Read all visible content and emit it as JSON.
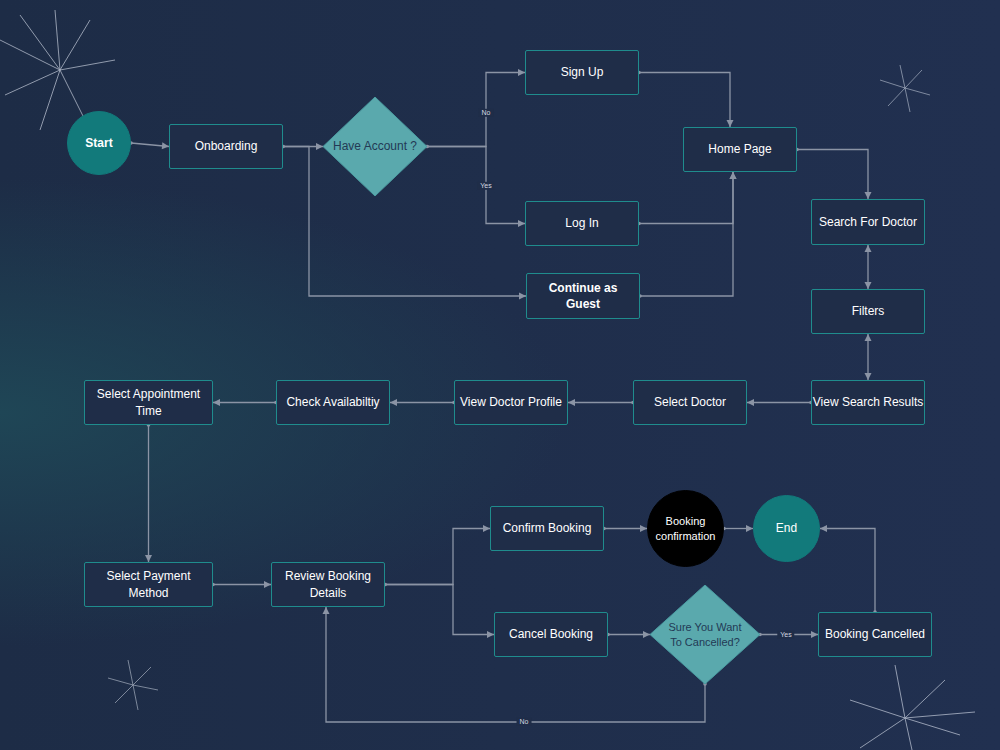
{
  "diagram": {
    "nodes": [
      {
        "text": [
          "Start"
        ]
      },
      {
        "text": [
          "Onboarding"
        ]
      },
      {
        "text": [
          "Have Account ?"
        ]
      },
      {
        "text": [
          "Sign Up"
        ]
      },
      {
        "text": [
          "Home Page"
        ]
      },
      {
        "text": [
          "Log In"
        ]
      },
      {
        "text": [
          "Continue as Guest"
        ]
      },
      {
        "text": [
          "Search For Doctor"
        ]
      },
      {
        "text": [
          "Filters"
        ]
      },
      {
        "text": [
          "View Search Results"
        ]
      },
      {
        "text": [
          "Select Doctor"
        ]
      },
      {
        "text": [
          "View Doctor Profile"
        ]
      },
      {
        "text": [
          "Check Availabiltiy"
        ]
      },
      {
        "text": [
          "Select Appointment Time"
        ]
      },
      {
        "text": [
          "Select Payment Method"
        ]
      },
      {
        "text": [
          "Review Booking Details"
        ]
      },
      {
        "text": [
          "Confirm Booking"
        ]
      },
      {
        "text": [
          "Booking confirmation"
        ]
      },
      {
        "text": [
          "End"
        ]
      },
      {
        "text": [
          "Cancel Booking"
        ]
      },
      {
        "text": [
          "Sure You Want To Cancelled?"
        ]
      },
      {
        "text": [
          "Booking Cancelled"
        ]
      }
    ],
    "edges": [
      {
        "from": 0,
        "to": 1,
        "arrow": "to"
      },
      {
        "from": 1,
        "to": 2,
        "arrow": "to"
      },
      {
        "from": 1,
        "to": 6,
        "arrow": "to"
      },
      {
        "from": 2,
        "to": 3,
        "label": "No",
        "arrow": "to"
      },
      {
        "from": 2,
        "to": 5,
        "label": "Yes",
        "arrow": "to"
      },
      {
        "from": 3,
        "to": 4,
        "arrow": "to"
      },
      {
        "from": 5,
        "to": 4,
        "arrow": "to"
      },
      {
        "from": 6,
        "to": 4,
        "arrow": "to"
      },
      {
        "from": 4,
        "to": 7,
        "arrow": "to"
      },
      {
        "from": 7,
        "to": 8,
        "arrow": "both"
      },
      {
        "from": 8,
        "to": 9,
        "arrow": "both"
      },
      {
        "from": 9,
        "to": 10,
        "arrow": "to"
      },
      {
        "from": 10,
        "to": 11,
        "arrow": "to"
      },
      {
        "from": 11,
        "to": 12,
        "arrow": "to"
      },
      {
        "from": 12,
        "to": 13,
        "arrow": "to"
      },
      {
        "from": 13,
        "to": 14,
        "arrow": "to"
      },
      {
        "from": 14,
        "to": 15,
        "arrow": "to"
      },
      {
        "from": 15,
        "to": 16,
        "arrow": "to"
      },
      {
        "from": 15,
        "to": 19,
        "arrow": "to"
      },
      {
        "from": 16,
        "to": 17,
        "arrow": "to"
      },
      {
        "from": 17,
        "to": 18,
        "arrow": "to"
      },
      {
        "from": 19,
        "to": 20,
        "arrow": "to"
      },
      {
        "from": 20,
        "to": 21,
        "label": "Yes",
        "arrow": "to"
      },
      {
        "from": 21,
        "to": 18,
        "arrow": "to"
      },
      {
        "from": 20,
        "to": 15,
        "label": "No",
        "arrow": "to"
      }
    ]
  }
}
